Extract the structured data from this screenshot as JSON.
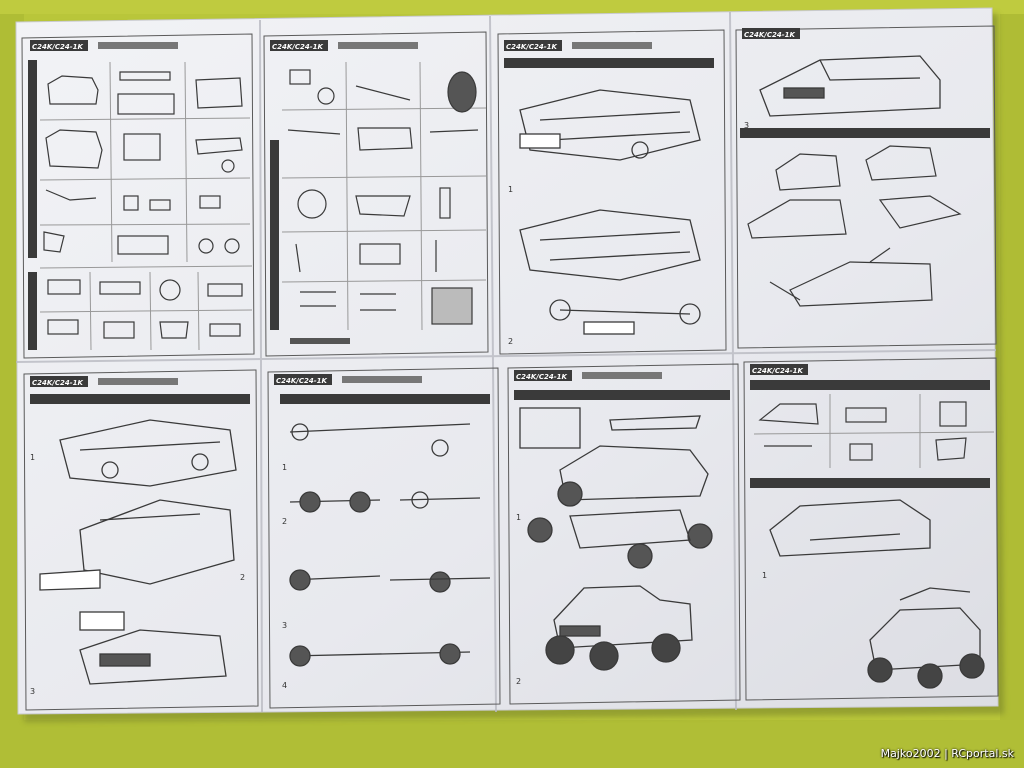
{
  "photo": {
    "subject": "instruction-sheet-on-green-blanket",
    "colors": {
      "blanket": "#b9c63a",
      "blanket_dark": "#98a82c",
      "paper": "#ecedf1",
      "ink": "#3a3a3a",
      "shadow": "#6f7a28"
    }
  },
  "sheet": {
    "header_text": "C24K/C24-1K",
    "panel_numbers": {
      "p3": [
        "1",
        "2"
      ],
      "p4": [
        "3"
      ],
      "p5": [
        "1",
        "2",
        "3"
      ],
      "p6": [
        "1",
        "2",
        "3",
        "4"
      ],
      "p7": [
        "1",
        "2"
      ],
      "p8": [
        "1"
      ]
    }
  },
  "credit": "Majko2002 | RCportal.sk"
}
